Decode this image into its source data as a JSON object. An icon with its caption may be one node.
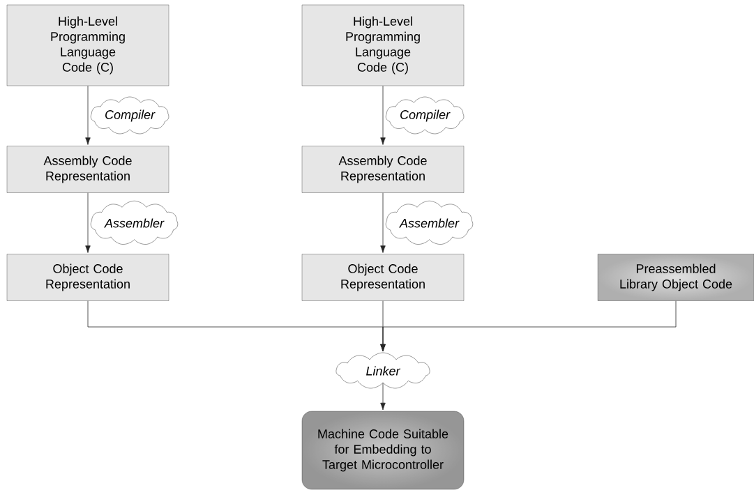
{
  "diagram": {
    "nodes": [
      {
        "text": [
          "High-Level Programming Language Code (C)"
        ]
      },
      {
        "text": [
          "Assembly Code Representation"
        ]
      },
      {
        "text": [
          "Object Code Representation"
        ]
      },
      {
        "text": [
          "High-Level Programming Language Code (C)"
        ]
      },
      {
        "text": [
          "Assembly Code Representation"
        ]
      },
      {
        "text": [
          "Object Code Representation"
        ]
      },
      {
        "text": [
          "Preassembled Library Object Code"
        ]
      },
      {
        "text": [
          "Linker"
        ]
      },
      {
        "text": [
          "Machine Code Suitable for Embedding to Target Microcontroller"
        ]
      }
    ],
    "edges": [
      {
        "from": 0,
        "to": 1,
        "arrow": "to",
        "label": "Compiler"
      },
      {
        "from": 1,
        "to": 2,
        "arrow": "to",
        "label": "Assembler"
      },
      {
        "from": 3,
        "to": 4,
        "arrow": "to",
        "label": "Compiler"
      },
      {
        "from": 4,
        "to": 5,
        "arrow": "to",
        "label": "Assembler"
      },
      {
        "from": 2,
        "to": 7,
        "arrow": "to"
      },
      {
        "from": 5,
        "to": 7,
        "arrow": "to"
      },
      {
        "from": 6,
        "to": 7,
        "arrow": "to"
      },
      {
        "from": 7,
        "to": 8,
        "arrow": "to"
      }
    ]
  }
}
